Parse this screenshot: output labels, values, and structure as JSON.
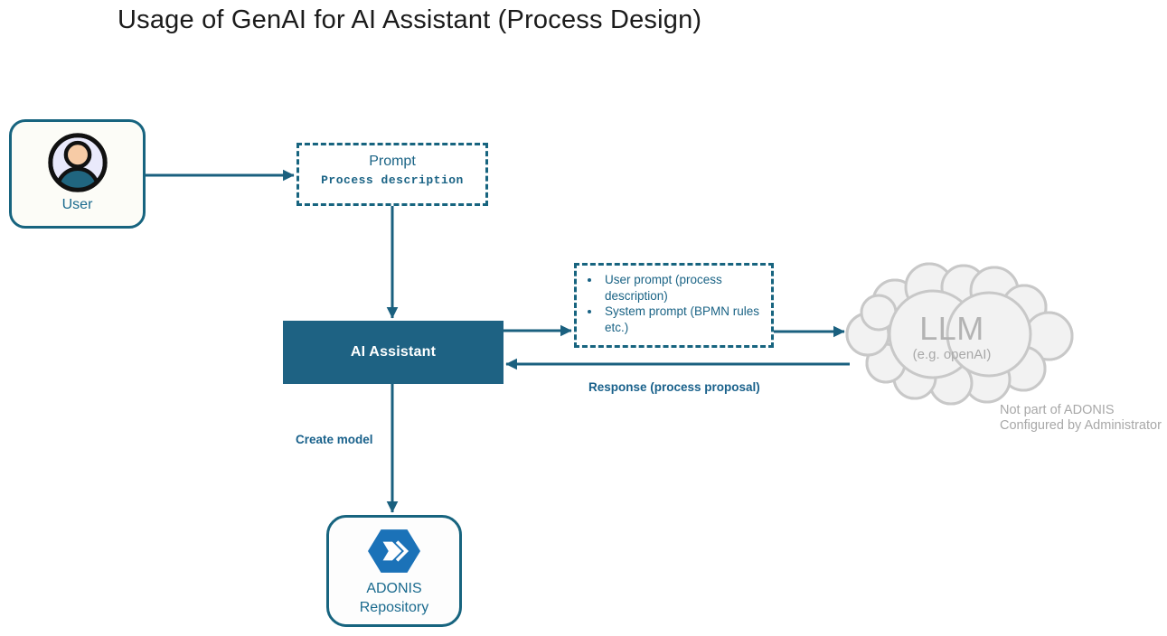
{
  "title": "Usage of GenAI for AI Assistant (Process Design)",
  "nodes": {
    "user": {
      "label": "User",
      "icon": "person-icon"
    },
    "prompt": {
      "title": "Prompt",
      "subtitle": "Process description"
    },
    "ai_assistant": {
      "label": "AI Assistant"
    },
    "prompt_details": {
      "items": [
        "User prompt (process description)",
        "System prompt (BPMN rules etc.)"
      ]
    },
    "llm": {
      "label": "LLM",
      "sublabel": "(e.g. openAI)",
      "shape": "cloud"
    },
    "adonis_repository": {
      "label_line1": "ADONIS",
      "label_line2": "Repository",
      "icon": "adonis-hexagon-icon"
    }
  },
  "edge_labels": {
    "response": "Response (process proposal)",
    "create_model": "Create model"
  },
  "notes": {
    "line1": "Not part of ADONIS",
    "line2": "Configured by Administrator"
  },
  "colors": {
    "accent_teal": "#1a607f",
    "ai_box_fill": "#1e6283",
    "adonis_blue": "#1b72b8",
    "cloud_stroke": "#c8c8c8",
    "cloud_fill": "#f2f2f2",
    "note_gray": "#a8a8a8"
  }
}
